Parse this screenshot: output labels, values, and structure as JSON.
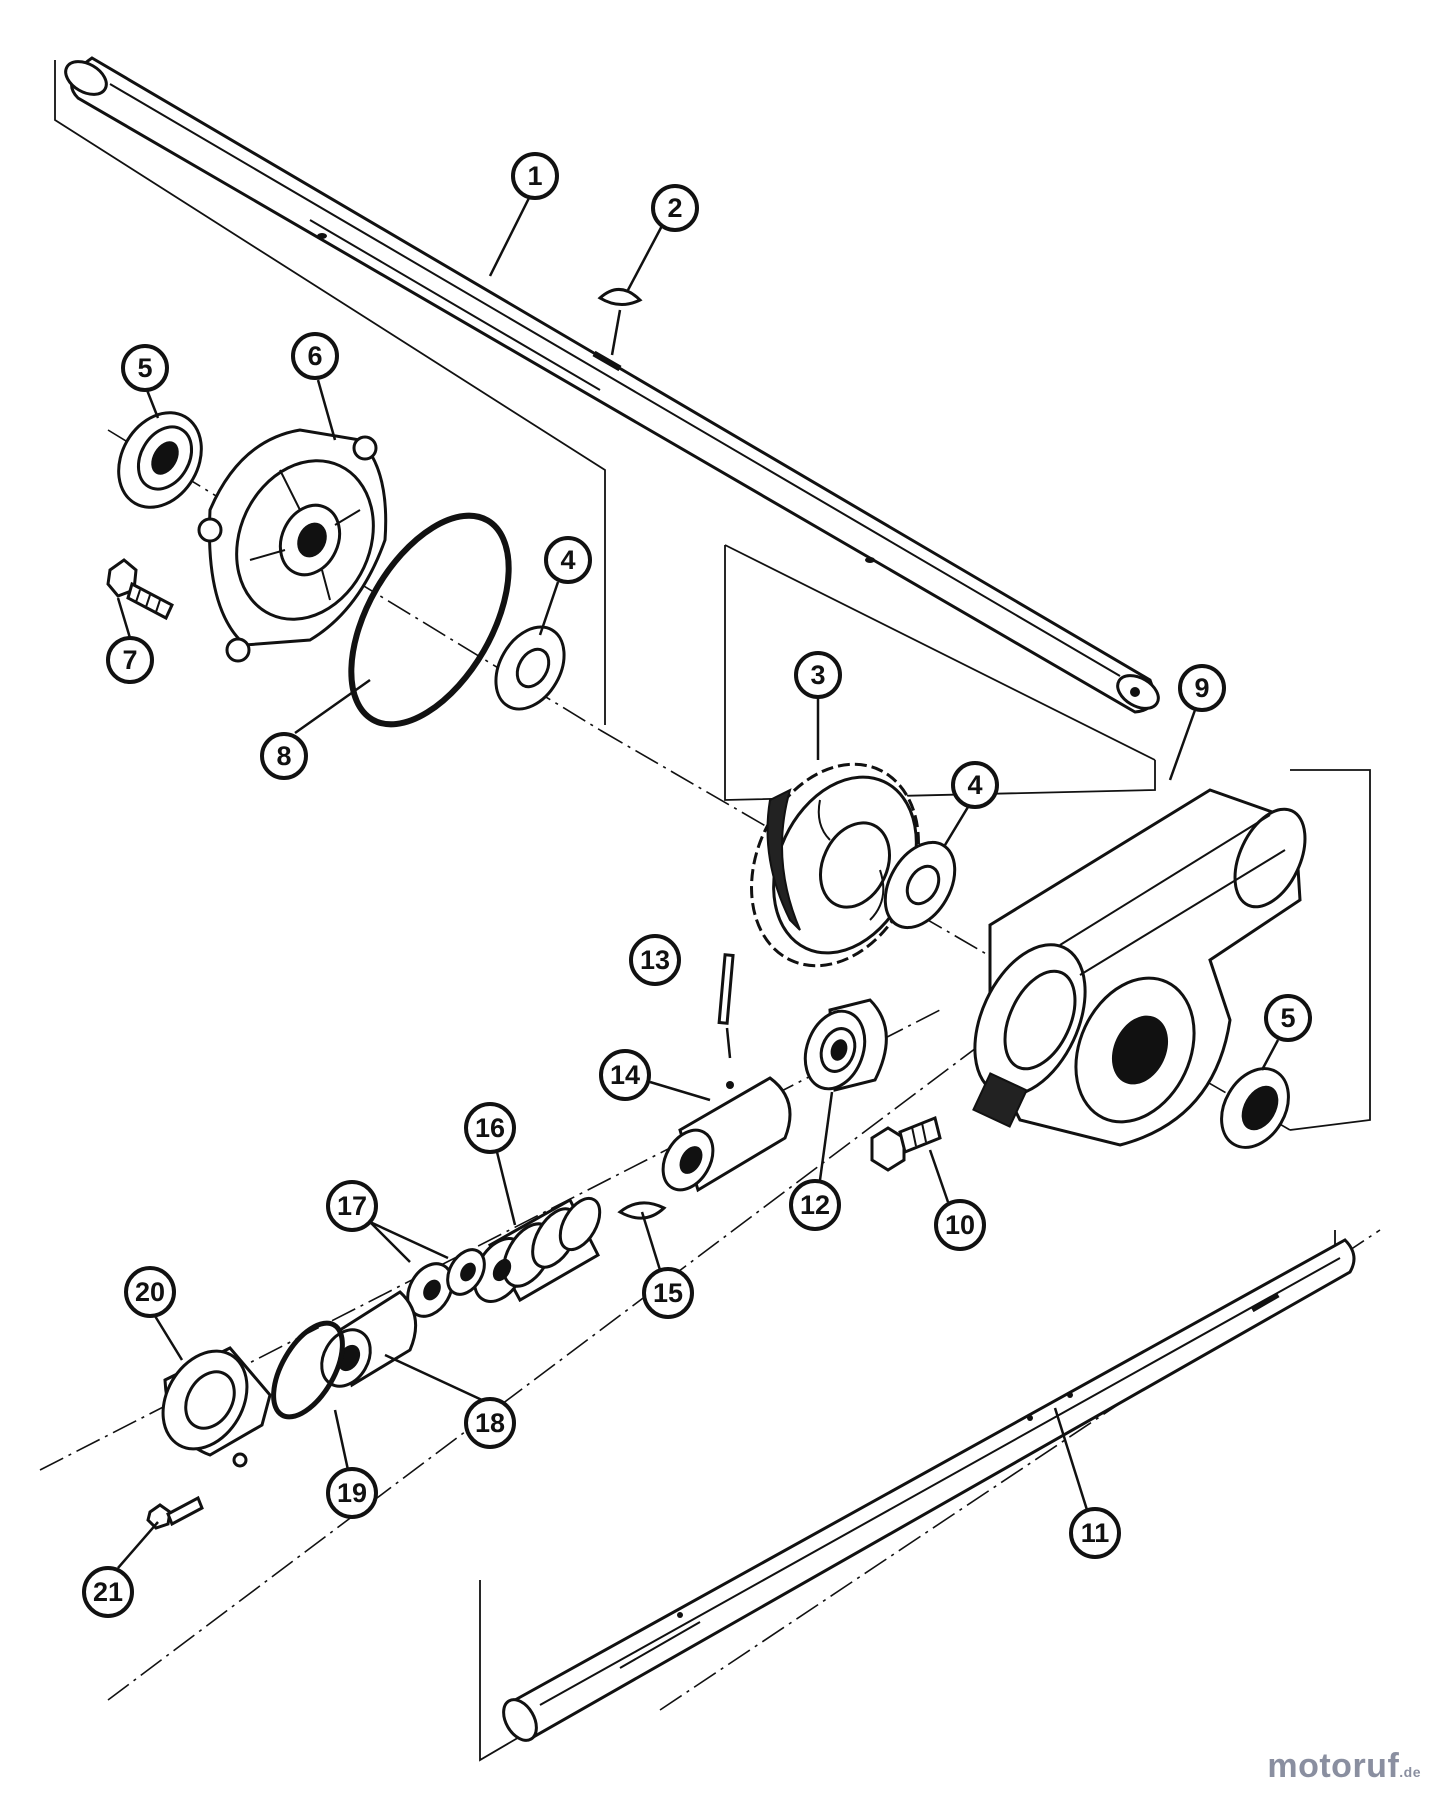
{
  "diagram": {
    "callouts": [
      {
        "id": "c1",
        "label": "1"
      },
      {
        "id": "c2",
        "label": "2"
      },
      {
        "id": "c3",
        "label": "3"
      },
      {
        "id": "c4a",
        "label": "4"
      },
      {
        "id": "c4b",
        "label": "4"
      },
      {
        "id": "c5a",
        "label": "5"
      },
      {
        "id": "c5b",
        "label": "5"
      },
      {
        "id": "c6",
        "label": "6"
      },
      {
        "id": "c7",
        "label": "7"
      },
      {
        "id": "c8",
        "label": "8"
      },
      {
        "id": "c9",
        "label": "9"
      },
      {
        "id": "c10",
        "label": "10"
      },
      {
        "id": "c11",
        "label": "11"
      },
      {
        "id": "c12",
        "label": "12"
      },
      {
        "id": "c13",
        "label": "13"
      },
      {
        "id": "c14",
        "label": "14"
      },
      {
        "id": "c15",
        "label": "15"
      },
      {
        "id": "c16",
        "label": "16"
      },
      {
        "id": "c17",
        "label": "17"
      },
      {
        "id": "c18",
        "label": "18"
      },
      {
        "id": "c19",
        "label": "19"
      },
      {
        "id": "c20",
        "label": "20"
      },
      {
        "id": "c21",
        "label": "21"
      }
    ]
  },
  "watermark": {
    "part1": "moto",
    "part2": "ruf",
    "suffix": ".de"
  }
}
